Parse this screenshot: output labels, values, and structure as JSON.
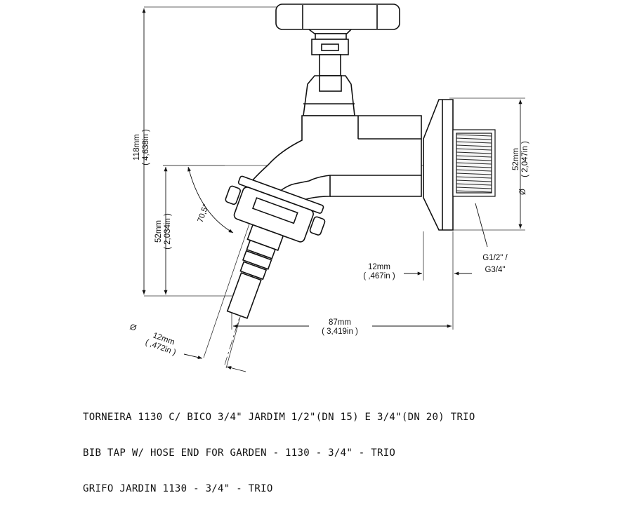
{
  "dimensions": {
    "total_height": {
      "mm": "118mm",
      "in": "( 4,638in )"
    },
    "spout_height": {
      "mm": "52mm",
      "in": "( 2,034in )"
    },
    "thread_diameter": {
      "symbol": "Ø",
      "mm": "52mm",
      "in": "( 2,047in )"
    },
    "hose_diameter": {
      "symbol": "Ø",
      "mm": "12mm",
      "in": "( ,472in )"
    },
    "flange_width": {
      "mm": "12mm",
      "in": "( ,467in )"
    },
    "depth": {
      "mm": "87mm",
      "in": "( 3,419in )"
    },
    "angle": "70,5°"
  },
  "thread_spec": {
    "line1": "G1/2\" /",
    "line2": "G3/4\""
  },
  "caption": {
    "line1": "TORNEIRA 1130 C/ BICO 3/4\" JARDIM 1/2\"(DN 15) E 3/4\"(DN 20) TRIO",
    "line2": "BIB TAP W/ HOSE END FOR GARDEN - 1130 - 3/4\" - TRIO",
    "line3": "GRIFO JARDIN 1130 - 3/4\" - TRIO"
  }
}
